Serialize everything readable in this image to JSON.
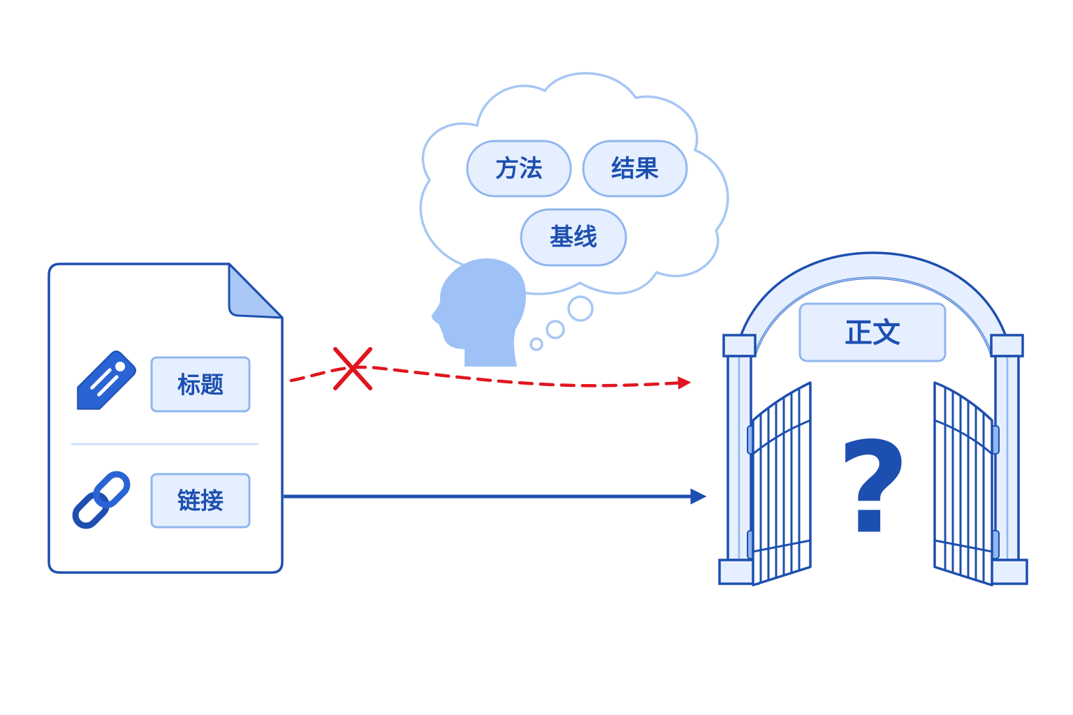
{
  "document": {
    "title_label": "标题",
    "link_label": "链接"
  },
  "thought_cloud": {
    "tags": [
      "方法",
      "结果",
      "基线"
    ]
  },
  "gate": {
    "sign_label": "正文",
    "unknown_mark": "?"
  },
  "connections": [
    {
      "from": "标题",
      "to": "正文",
      "style": "dashed",
      "status": "blocked"
    },
    {
      "from": "链接",
      "to": "正文",
      "style": "solid",
      "status": "direct"
    }
  ],
  "colors": {
    "primary": "#1d4fb0",
    "light_fill": "#e6efff",
    "light_stroke": "#8fb6ef",
    "head": "#9ec2f5",
    "blocked": "#e0151f"
  }
}
